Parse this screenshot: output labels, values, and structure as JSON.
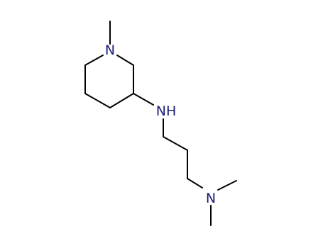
{
  "molecule": {
    "atoms": {
      "n_ring": {
        "symbol": "N"
      },
      "n_amine": {
        "symbol": "NH"
      },
      "n_dimethyl": {
        "symbol": "N"
      }
    }
  },
  "colors": {
    "bond": "#000000",
    "heteroatom": "#1a1a7a",
    "background": "#ffffff"
  }
}
